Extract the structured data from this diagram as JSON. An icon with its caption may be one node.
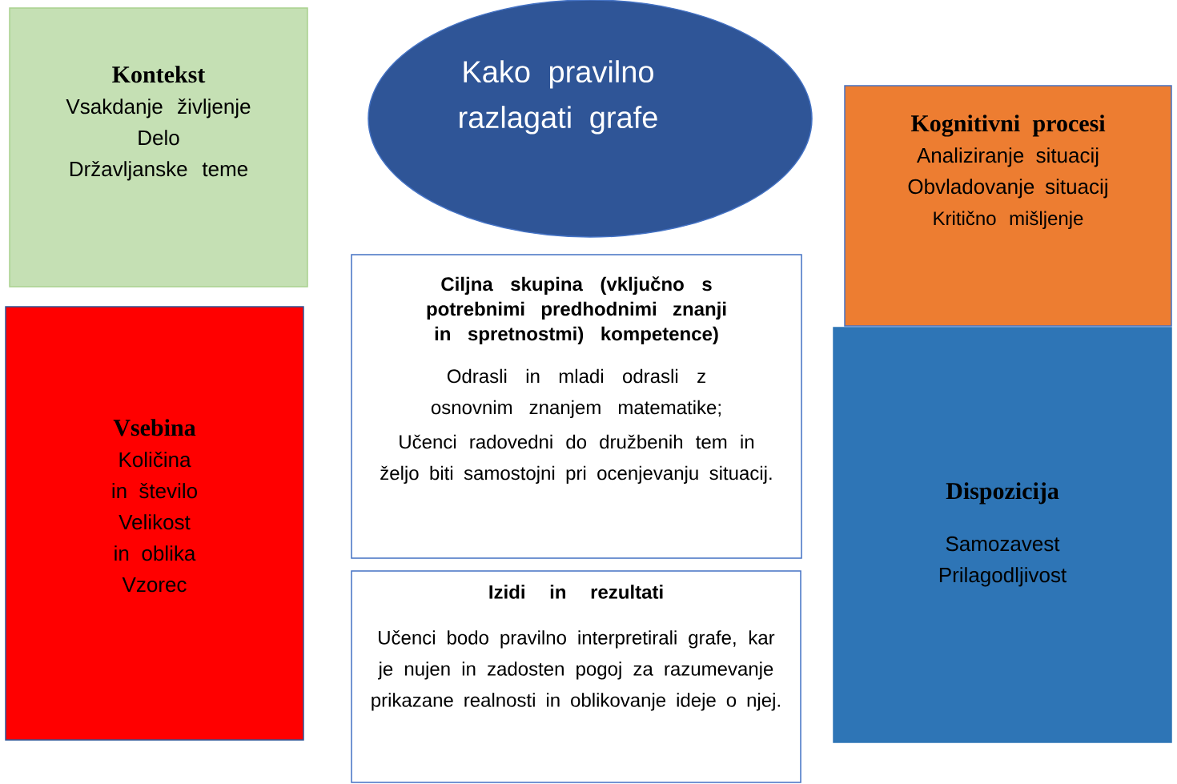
{
  "diagram": {
    "nodes": [
      {
        "text": [
          "Kontekst",
          "Vsakdanje življenje",
          "Delo",
          "Državljanske teme"
        ]
      },
      {
        "text": [
          "Kako pravilno razlagati grafe"
        ]
      },
      {
        "text": [
          "Kognitivni procesi",
          "Analiziranje situacij",
          "Obvladovanje situacij",
          "Kritično mišljenje"
        ]
      },
      {
        "text": [
          "Vsebina",
          "Količina in število",
          "Velikost in oblika",
          "Vzorec"
        ]
      },
      {
        "text": [
          "Ciljna skupina (vključno s potrebnimi predhodnimi znanji in spretnostmi) kompetence)",
          "Odrasli in mladi odrasli z osnovnim znanjem matematike;",
          "Učenci radovedni do družbenih tem in željo biti samostojni pri ocenjevanju situacij."
        ]
      },
      {
        "text": [
          "Dispozicija",
          "Samozavest",
          "Prilagodljivost"
        ]
      },
      {
        "text": [
          "Izidi in rezultati",
          "Učenci bodo pravilno interpretirali grafe, kar je nujen in zadosten pogoj za razumevanje prikazane realnosti in oblikovanje ideje o njej."
        ]
      }
    ]
  }
}
